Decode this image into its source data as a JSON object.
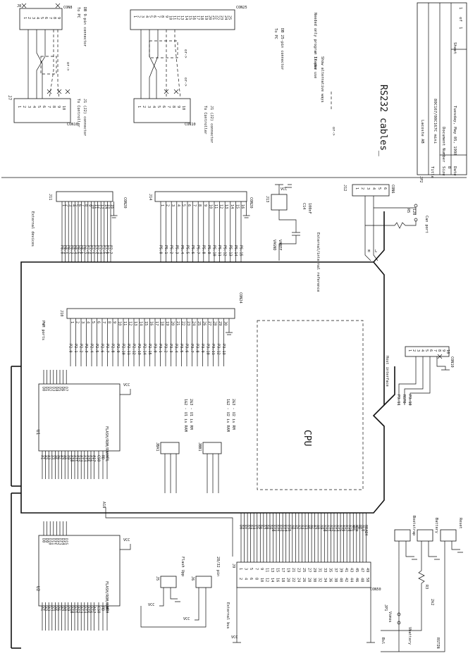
{
  "sheet": {
    "rs232_title": "RS232 cables_",
    "cpu_label": "CPU",
    "pwm_label": "PWM ports",
    "ext_devices": "External devices",
    "ext_ref": "External/internal reference",
    "ext_bus": "External bus",
    "host_if": "Host interface",
    "can_port": "Can port",
    "bootstrap": "Bootstrap",
    "battery": "Battery",
    "reset": "Reset",
    "flash_upp": "Flash Upp",
    "pin_28_32": "28/32 pin",
    "vcc": "VCC",
    "to_pc": "To PC",
    "db9": "DB 9-pin connector",
    "db25": "DB 25-pin connector",
    "to_controller": "To Controller",
    "j1_conn": "J1 (J2) connector",
    "or": "or->",
    "needed_only": "Needed only program loader",
    "if_you_use": "If you use",
    "show_alt": "Show alternative ways"
  },
  "titleblock": {
    "company": "Lacoste AB",
    "title_label": "Title",
    "title": "80C167/80C167C mini",
    "size_label": "Size",
    "size": "B",
    "docnum_label": "Document Number",
    "date_label": "Date",
    "date": "Tuesday, May 05, 1998",
    "sheet_label": "Sheet",
    "sheet_no": "1",
    "of": "of",
    "sheet_total": "1"
  },
  "components": {
    "u1": "U1",
    "u2": "U2",
    "flash": "FLASH/ROM/RAM",
    "j5": "J5",
    "j6": "J6",
    "j7": "J7",
    "j8": "J8",
    "j9": "J9",
    "j10": "J10",
    "j11": "J11",
    "j12": "J12",
    "j13": "J13",
    "j14": "J14",
    "jp1": "JP1",
    "jp2": "JP2",
    "r3": "R3",
    "r3v": "2k2",
    "r5": "R5",
    "r5v": "120",
    "c14": "C14",
    "c14v": "100nF",
    "jba1": "JBA1",
    "jbb1": "JBB1",
    "con8": "CON8",
    "con10": "CON10",
    "con25": "CON25",
    "con20": "CON20",
    "con24": "CON24",
    "con6": "CON6",
    "con50": "CON50",
    "jba1_t1": "1&2 - U1 is RAM",
    "jba1_t2": "2&3 - U1 is RM",
    "jbb1_t1": "1&2 - U2 is RAM",
    "jbb1_t2": "2&3 - U2 is RM"
  },
  "nets": {
    "p8": [
      "P8.0",
      "P8.1",
      "P8.2",
      "P8.3",
      "P8.4",
      "P8.5",
      "P8.6",
      "P8.7",
      "P7.0",
      "P7.1",
      "P7.2",
      "P7.3",
      "P7.4",
      "P7.5",
      "P7.6",
      "P7.7"
    ],
    "p5": [
      "P5.0",
      "P5.1",
      "P5.2",
      "P5.3",
      "P5.4",
      "P5.5",
      "P5.6",
      "P5.7",
      "P5.8",
      "P5.9",
      "P5.10",
      "P5.11",
      "P5.12",
      "P5.13",
      "P5.14",
      "P5.15"
    ],
    "p2": [
      "P2.0",
      "P2.1",
      "P2.2",
      "P2.3",
      "P2.4",
      "P2.5",
      "P2.6",
      "P2.7",
      "P2.8",
      "P2.9",
      "P2.10",
      "P2.11",
      "P2.12",
      "P2.13",
      "P2.14",
      "P2.15",
      "P3.0",
      "P3.1",
      "P3.2",
      "P3.3",
      "P3.4",
      "P3.5",
      "P3.6",
      "P3.7",
      "P3.8",
      "P3.9",
      "P3.10",
      "P3.11",
      "P3.12",
      "P3.13"
    ],
    "busd": [
      "D0",
      "D1",
      "D2",
      "D3",
      "D4",
      "D5",
      "D6",
      "D7",
      "D8",
      "D9",
      "D10",
      "D11",
      "D12",
      "D13",
      "D14",
      "D15",
      "A0",
      "A1",
      "A2",
      "A3",
      "A4",
      "A5",
      "A6",
      "A7",
      "A8",
      "A9",
      "A10",
      "A11",
      "A12",
      "A13",
      "A14",
      "A15",
      "A16",
      "A17",
      "A18",
      "WRL",
      "WRH",
      "RD",
      "ALE",
      "READY"
    ],
    "u1a": [
      "A1",
      "A2",
      "A3",
      "A4",
      "A5",
      "A6",
      "A7",
      "A8",
      "A9",
      "A10",
      "A11",
      "A12",
      "A13",
      "A14",
      "A15",
      "A16",
      "A17"
    ],
    "u1d": [
      "D0",
      "D1",
      "D2",
      "D3",
      "D4",
      "D5",
      "D6",
      "D7"
    ],
    "u2d": [
      "D8",
      "D9",
      "D10",
      "D11",
      "D12",
      "D13",
      "D14",
      "D15"
    ],
    "u1ctl": [
      "CSO",
      "RD",
      "WRL"
    ],
    "u2ctl": [
      "CSO",
      "RD",
      "WRH"
    ],
    "a18": "A18",
    "vref": "VAGND",
    "vagnd": "VAREF",
    "can_h": "H",
    "can_l": "L",
    "host": [
      "P3.11",
      "RSTO",
      "P3.10"
    ],
    "bootlbl": "Bsl",
    "vcmos": "Vcmos",
    "vbatt": "Vbattery",
    "rstin": "RSTIN"
  }
}
